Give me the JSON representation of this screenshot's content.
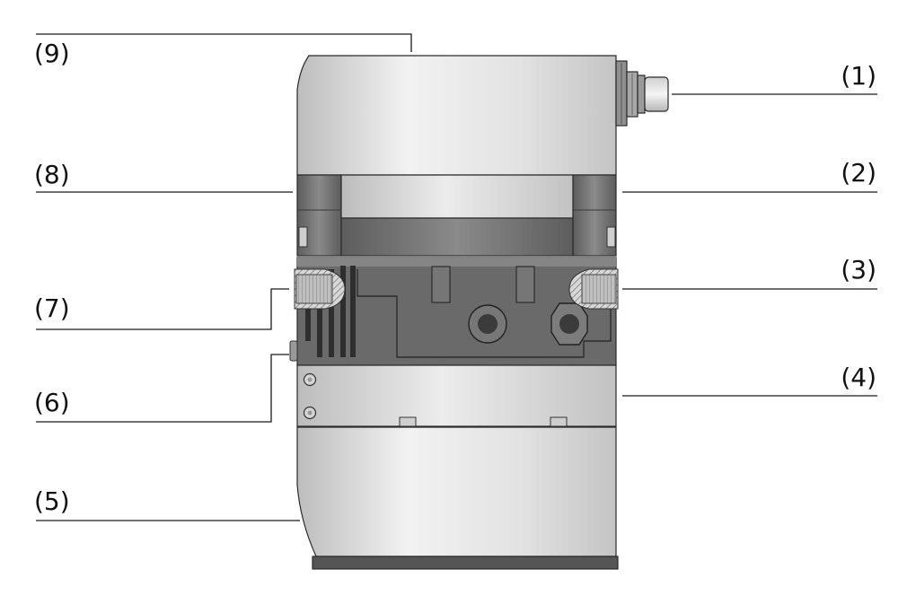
{
  "diagram": {
    "callouts": [
      {
        "id": "1",
        "label": "(1)"
      },
      {
        "id": "2",
        "label": "(2)"
      },
      {
        "id": "3",
        "label": "(3)"
      },
      {
        "id": "4",
        "label": "(4)"
      },
      {
        "id": "5",
        "label": "(5)"
      },
      {
        "id": "6",
        "label": "(6)"
      },
      {
        "id": "7",
        "label": "(7)"
      },
      {
        "id": "8",
        "label": "(8)"
      },
      {
        "id": "9",
        "label": "(9)"
      }
    ],
    "colors": {
      "housing_light": "#e8e8e8",
      "housing_mid": "#c9c9c9",
      "block_dark": "#6f6f6f",
      "block_darker": "#4a4a4a",
      "base_plate": "#555555",
      "line": "#1a1a1a"
    }
  }
}
